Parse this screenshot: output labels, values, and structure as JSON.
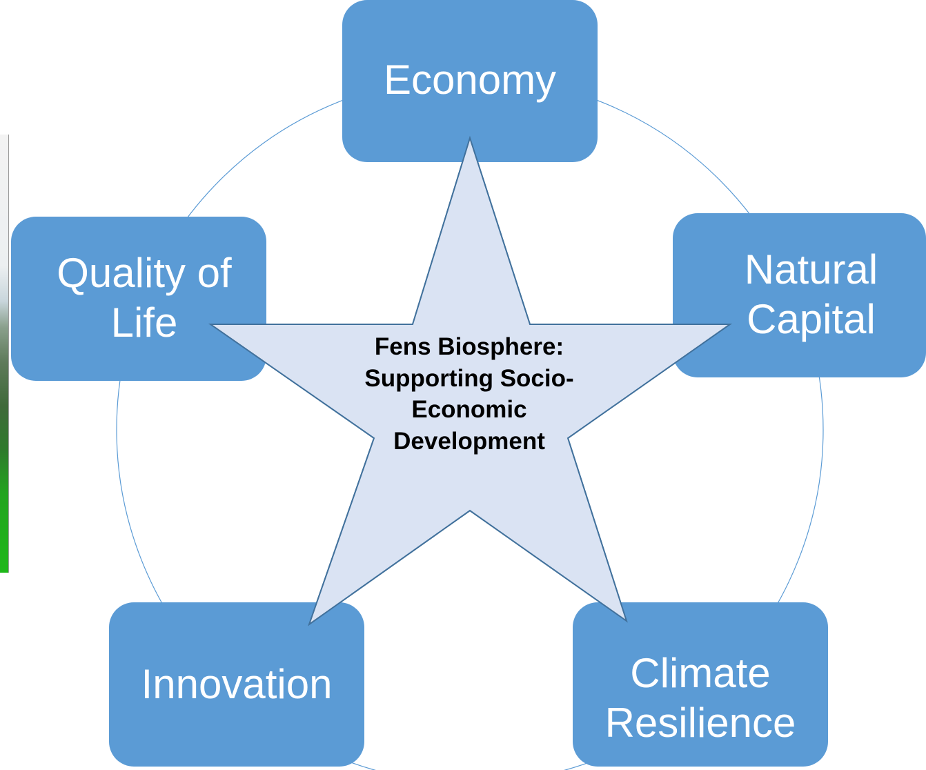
{
  "diagram": {
    "center": {
      "label": "Fens Biosphere:\nSupporting Socio-\nEconomic\nDevelopment"
    },
    "nodes": [
      {
        "id": "economy",
        "label": "Economy"
      },
      {
        "id": "natural-capital",
        "label": "Natural\nCapital"
      },
      {
        "id": "climate-resilience",
        "label": "Climate\nResilience"
      },
      {
        "id": "innovation",
        "label": "Innovation"
      },
      {
        "id": "quality-of-life",
        "label": "Quality of\nLife"
      }
    ],
    "colors": {
      "node_fill": "#5b9bd5",
      "node_text": "#ffffff",
      "star_fill": "#dae3f3",
      "star_stroke": "#41719c",
      "ring_stroke": "#5b9bd5"
    }
  }
}
